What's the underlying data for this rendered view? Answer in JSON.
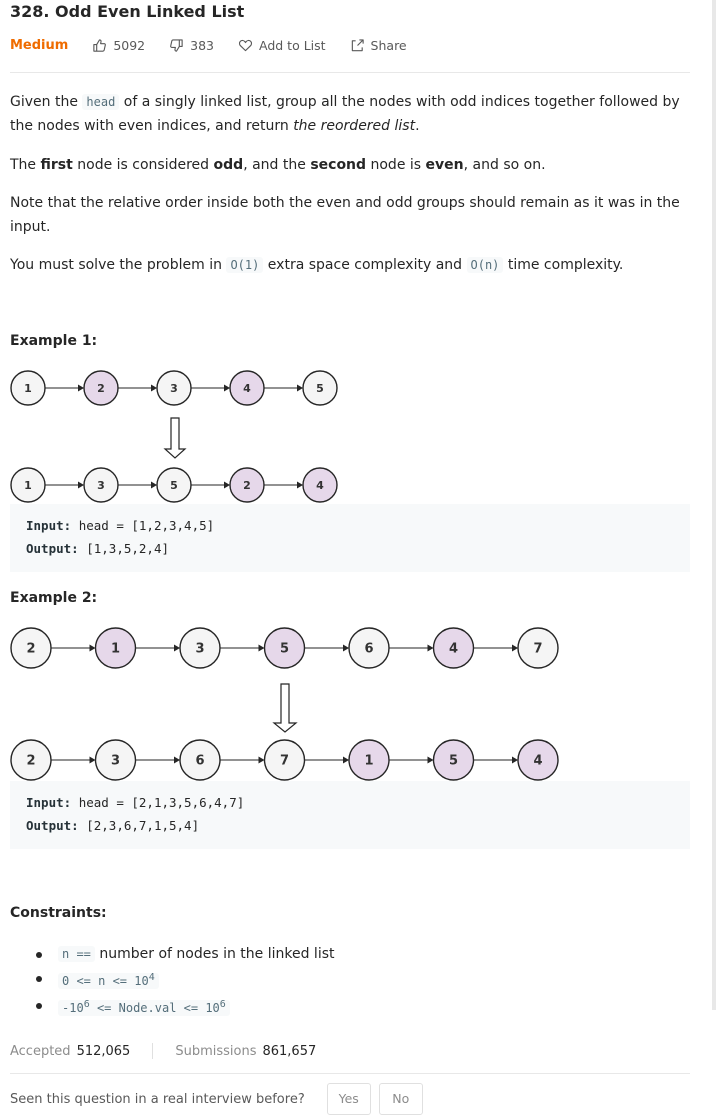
{
  "problem": {
    "title": "328. Odd Even Linked List",
    "difficulty": "Medium",
    "likes": "5092",
    "dislikes": "383",
    "add_to_list": "Add to List",
    "share": "Share"
  },
  "description": {
    "p1_a": "Given the ",
    "p1_code": "head",
    "p1_b": " of a singly linked list, group all the nodes with odd indices together followed by the nodes with even indices, and return ",
    "p1_em": "the reordered list",
    "p1_c": ".",
    "p2_a": "The ",
    "p2_b1": "first",
    "p2_b": " node is considered ",
    "p2_b2": "odd",
    "p2_c": ", and the ",
    "p2_b3": "second",
    "p2_d": " node is ",
    "p2_b4": "even",
    "p2_e": ", and so on.",
    "p3": "Note that the relative order inside both the even and odd groups should remain as it was in the input.",
    "p4_a": "You must solve the problem in ",
    "p4_code1": "O(1)",
    "p4_b": " extra space complexity and ",
    "p4_code2": "O(n)",
    "p4_c": " time complexity."
  },
  "examples": [
    {
      "heading": "Example 1:",
      "input_label": "Input:",
      "input_value": "head = [1,2,3,4,5]",
      "output_label": "Output:",
      "output_value": "[1,3,5,2,4]",
      "before": [
        {
          "label": "1",
          "even": false
        },
        {
          "label": "2",
          "even": true
        },
        {
          "label": "3",
          "even": false
        },
        {
          "label": "4",
          "even": true
        },
        {
          "label": "5",
          "even": false
        }
      ],
      "after": [
        {
          "label": "1",
          "even": false
        },
        {
          "label": "3",
          "even": false
        },
        {
          "label": "5",
          "even": false
        },
        {
          "label": "2",
          "even": true
        },
        {
          "label": "4",
          "even": true
        }
      ]
    },
    {
      "heading": "Example 2:",
      "input_label": "Input:",
      "input_value": "head = [2,1,3,5,6,4,7]",
      "output_label": "Output:",
      "output_value": "[2,3,6,7,1,5,4]",
      "before": [
        {
          "label": "2",
          "even": false
        },
        {
          "label": "1",
          "even": true
        },
        {
          "label": "3",
          "even": false
        },
        {
          "label": "5",
          "even": true
        },
        {
          "label": "6",
          "even": false
        },
        {
          "label": "4",
          "even": true
        },
        {
          "label": "7",
          "even": false
        }
      ],
      "after": [
        {
          "label": "2",
          "even": false
        },
        {
          "label": "3",
          "even": false
        },
        {
          "label": "6",
          "even": false
        },
        {
          "label": "7",
          "even": false
        },
        {
          "label": "1",
          "even": true
        },
        {
          "label": "5",
          "even": true
        },
        {
          "label": "4",
          "even": true
        }
      ]
    }
  ],
  "constraints": {
    "heading": "Constraints:",
    "c1_code": "n ==",
    "c1_text": " number of nodes in the linked list",
    "c2_a": "0 <= n <= 10",
    "c2_sup": "4",
    "c3_a": "-10",
    "c3_sup1": "6",
    "c3_b": " <= Node.val <= 10",
    "c3_sup2": "6"
  },
  "stats": {
    "accepted_label": "Accepted",
    "accepted_value": "512,065",
    "submissions_label": "Submissions",
    "submissions_value": "861,657"
  },
  "feedback": {
    "question": "Seen this question in a real interview before?",
    "yes": "Yes",
    "no": "No"
  },
  "colors": {
    "difficulty_medium": "#ef6c00",
    "even_node_fill": "#e6d8ea",
    "odd_node_fill": "#f5f5f5",
    "node_stroke": "#262626"
  },
  "icons": [
    "thumbs-up-icon",
    "thumbs-down-icon",
    "heart-icon",
    "share-icon",
    "down-arrow-icon"
  ]
}
